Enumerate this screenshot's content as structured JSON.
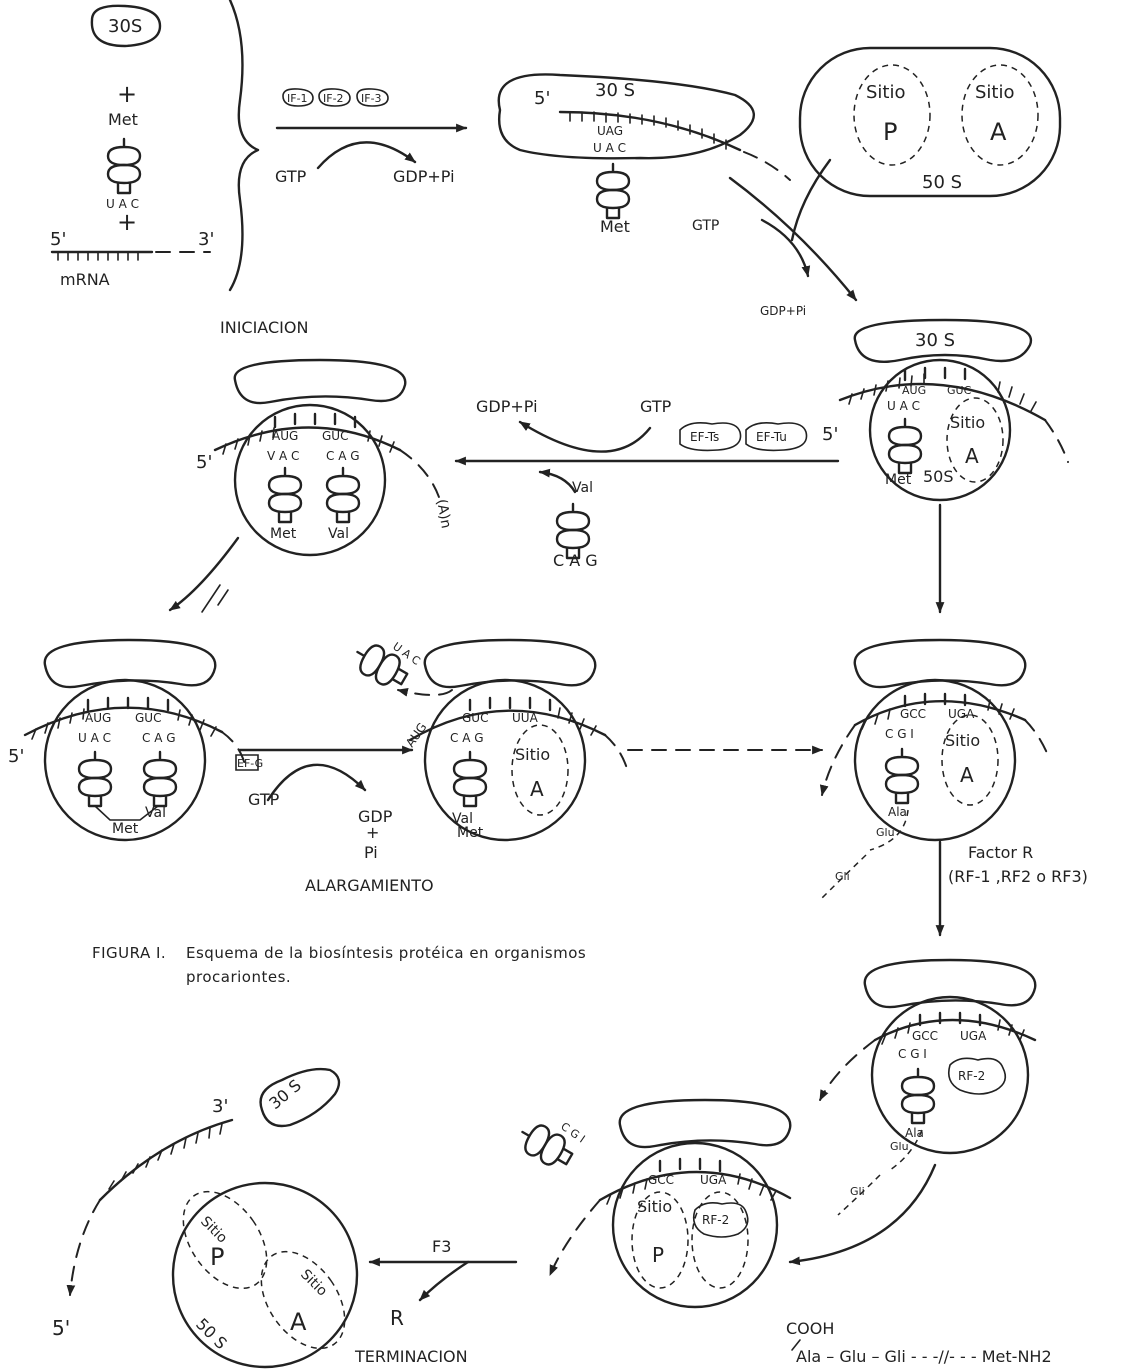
{
  "figure": {
    "caption_label": "FIGURA I.",
    "caption_line1": "Esquema de la biosíntesis protéica en organismos",
    "caption_line2": "procariontes."
  },
  "stages": {
    "initiation": "INICIACION",
    "elongation": "ALARGAMIENTO",
    "termination": "TERMINACION"
  },
  "labels": {
    "s30": "30S",
    "s30_spaced": "30 S",
    "s50": "50 S",
    "s50_b": "50S",
    "met": "Met",
    "val": "Val",
    "ala": "Ala",
    "glu": "Glu",
    "gli": "Gli",
    "mrna": "mRNA",
    "five_prime": "5'",
    "three_prime": "3'",
    "plus": "+",
    "sitio": "Sitio",
    "p": "P",
    "a": "A",
    "gtp": "GTP",
    "gdp_pi": "GDP+Pi",
    "gdp": "GDP",
    "pi": "Pi",
    "if1": "IF-1",
    "if2": "IF-2",
    "if3": "IF-3",
    "ef_ts": "EF-Ts",
    "ef_tu": "EF-Tu",
    "ef_g": "EF-G",
    "rf2": "RF-2",
    "poly_a": "(A)n",
    "factor_r": "Factor R",
    "rf_list": "(RF-1 ,RF2 o RF3)",
    "f3": "F3",
    "r": "R",
    "cooh": "COOH",
    "chain": "Ala – Glu – Gli - - -//- - - Met-NH2"
  },
  "codons": {
    "uac": "U A C",
    "uag": "UAG",
    "aug": "AUG",
    "guc": "GUC",
    "vac": "V A C",
    "cag": "C A G",
    "uua": "UUA",
    "gcc": "GCC",
    "uga": "UGA",
    "cgi": "C G I"
  }
}
